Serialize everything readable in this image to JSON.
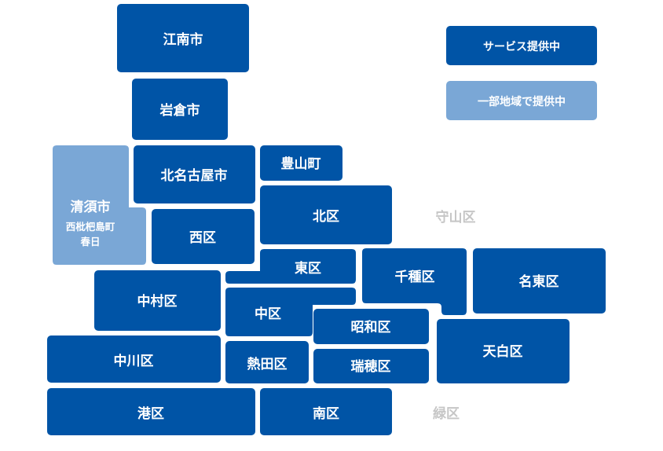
{
  "colors": {
    "full": "#0054a6",
    "partial": "#7aa7d6",
    "none_text": "#c6c6c6"
  },
  "legend": {
    "full_label": "サービス提供中",
    "partial_label": "一部地域で提供中"
  },
  "regions": {
    "konan": "江南市",
    "iwakura": "岩倉市",
    "kitanagoya": "北名古屋市",
    "toyoyama": "豊山町",
    "kiyosu": "清須市",
    "kiyosu_sub1": "西枇杷島町",
    "kiyosu_sub2": "春日",
    "nishi": "西区",
    "kita": "北区",
    "moriyama": "守山区",
    "higashi": "東区",
    "chikusa": "千種区",
    "meito": "名東区",
    "nakamura": "中村区",
    "naka": "中区",
    "showa": "昭和区",
    "tenpaku": "天白区",
    "nakagawa": "中川区",
    "atsuta": "熱田区",
    "mizuho": "瑞穂区",
    "minato": "港区",
    "minami": "南区",
    "midori": "緑区"
  }
}
